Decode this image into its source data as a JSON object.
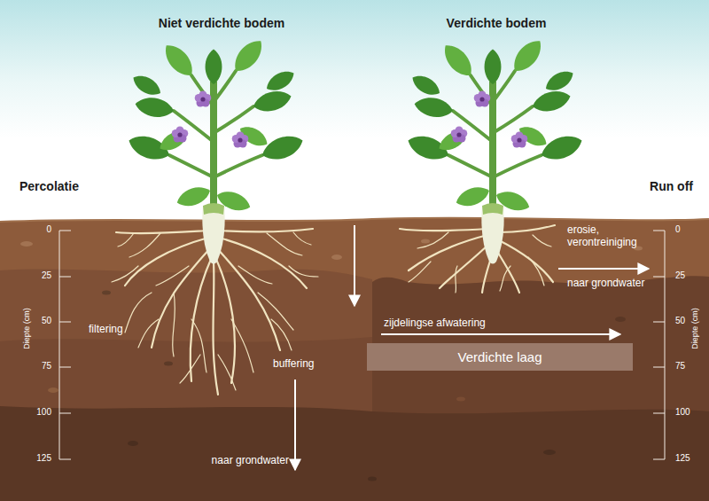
{
  "diagram": {
    "nodes": [
      {
        "text": [
          "Verdichte laag"
        ]
      }
    ],
    "labels": [
      "Niet verdichte bodem",
      "Verdichte bodem",
      "Percolatie",
      "Run off",
      "0",
      "25",
      "50",
      "75",
      "100",
      "125",
      "Diepte (cm)",
      "0",
      "25",
      "50",
      "75",
      "100",
      "125",
      "Diepte (cm)",
      "filtering",
      "buffering",
      "naar grondwater",
      "zijdelingse afwatering",
      "erosie, verontreiniging",
      "naar grondwater"
    ]
  }
}
